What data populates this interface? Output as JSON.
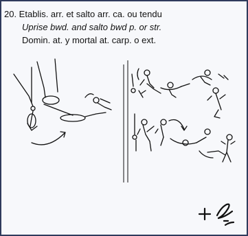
{
  "element": {
    "number_title": "20. Etablis. arr. et salto arr. ca. ou tendu",
    "english": "Uprise bwd. and salto bwd p. or str.",
    "spanish": "Domin. at. y mortal at. carp. o ext."
  },
  "illustration": {
    "icon": "gymnast-rings-sequence-icon"
  },
  "value_mark": {
    "icon": "plus-handwritten-e-icon"
  },
  "colors": {
    "border": "#2f3b5c",
    "background": "#f7f8fb",
    "ink": "#111111"
  }
}
